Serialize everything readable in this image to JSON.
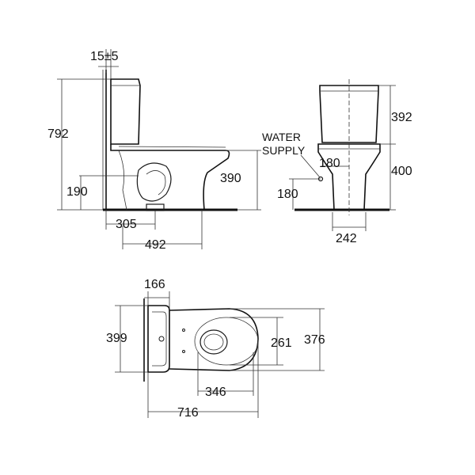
{
  "side_view": {
    "top_tolerance": "15±5",
    "overall_height": "792",
    "outlet_height": "190",
    "seat_height": "390",
    "outlet_distance": "305",
    "overall_depth": "492"
  },
  "front_view": {
    "tank_height": "392",
    "water_supply_line1": "WATER",
    "water_supply_line2": "SUPPLY",
    "supply_offset": "180",
    "supply_height": "180",
    "bowl_height": "400",
    "base_width": "242"
  },
  "plan_view": {
    "tank_depth": "166",
    "tank_width": "399",
    "seat_opening_width": "261",
    "bowl_width": "376",
    "bowl_length": "346",
    "overall_length": "716"
  }
}
